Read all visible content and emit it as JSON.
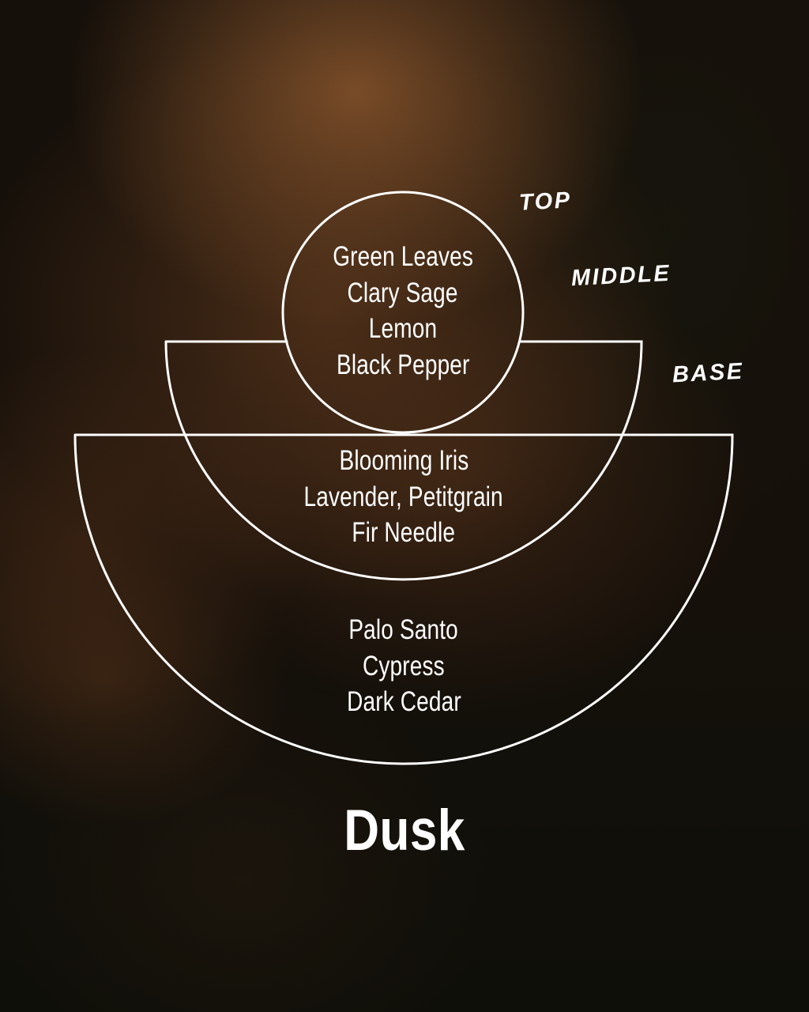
{
  "title": {
    "text": "Dusk"
  },
  "labels": {
    "top": "TOP",
    "middle": "MIDDLE",
    "base": "BASE"
  },
  "notes": {
    "top": [
      "Green Leaves",
      "Clary Sage",
      "Lemon",
      "Black Pepper"
    ],
    "middle": [
      "Blooming Iris",
      "Lavender, Petitgrain",
      "Fir Needle"
    ],
    "base": [
      "Palo Santo",
      "Cypress",
      "Dark Cedar"
    ]
  },
  "colors": {
    "line": "#ffffff",
    "text": "#ffffff",
    "background_base": "#150f09",
    "background_glow": "#7a4e2a"
  }
}
